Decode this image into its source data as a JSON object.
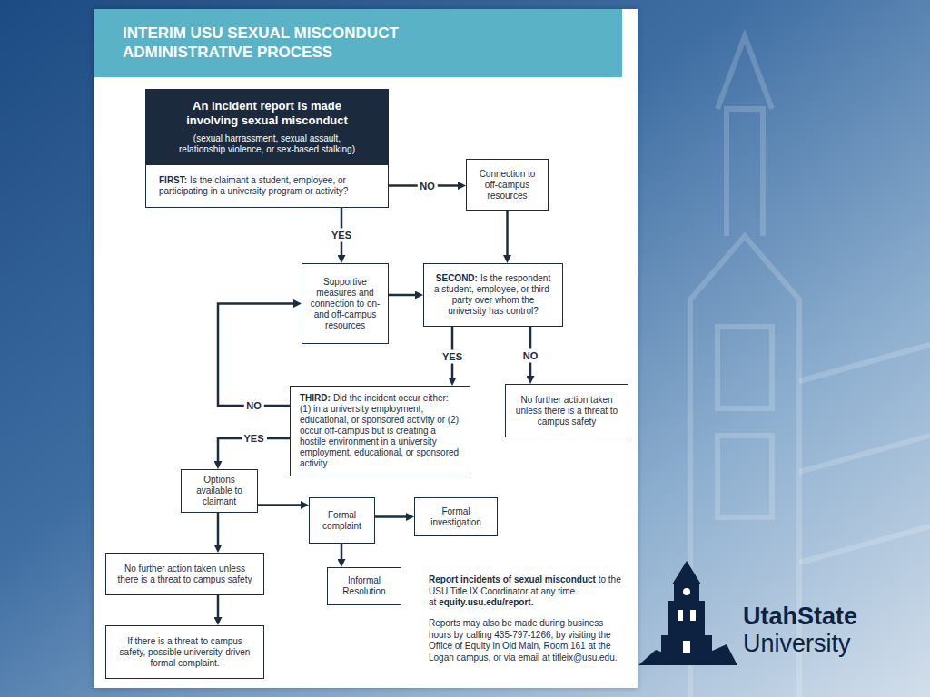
{
  "diagram": {
    "title": "INTERIM USU SEXUAL MISCONDUCT ADMINISTRATIVE PROCESS",
    "nodes": [
      {
        "text": [
          "An incident report is made involving sexual misconduct",
          "(sexual harrassment, sexual assault, relationship violence, or sex-based stalking)"
        ]
      },
      {
        "text": [
          "FIRST:",
          "Is the claimant a student, employee, or participating in a university program or activity?"
        ]
      },
      {
        "text": [
          "Connection to off-campus resources"
        ]
      },
      {
        "text": [
          "Supportive measures and connection to on- and off-campus resources"
        ]
      },
      {
        "text": [
          "SECOND:",
          "Is the respondent a student, employee, or third-party over whom the university has control?"
        ]
      },
      {
        "text": [
          "THIRD:",
          "Did the incident occur either: (1) in a university employment, educational, or sponsored activity or (2) occur off-campus but is creating a hostile environment in a university employment, educational, or sponsored activity"
        ]
      },
      {
        "text": [
          "No further action taken unless there is a threat to campus safety"
        ]
      },
      {
        "text": [
          "Options available to claimant"
        ]
      },
      {
        "text": [
          "Formal complaint"
        ]
      },
      {
        "text": [
          "Formal investigation"
        ]
      },
      {
        "text": [
          "No further action taken unless there is a threat to campus safety"
        ]
      },
      {
        "text": [
          "Informal Resolution"
        ]
      },
      {
        "text": [
          "If there is a threat to campus safety, possible university-driven formal complaint."
        ]
      }
    ],
    "edges": [
      {
        "from": 1,
        "to": 2,
        "label": "NO",
        "arrow": "to"
      },
      {
        "from": 1,
        "to": 3,
        "label": "YES",
        "arrow": "to"
      },
      {
        "from": 2,
        "to": 4,
        "arrow": "to"
      },
      {
        "from": 3,
        "to": 4,
        "arrow": "to"
      },
      {
        "from": 4,
        "to": 5,
        "label": "YES",
        "arrow": "to"
      },
      {
        "from": 4,
        "to": 6,
        "label": "NO",
        "arrow": "to"
      },
      {
        "from": 5,
        "to": 3,
        "label": "NO",
        "arrow": "to"
      },
      {
        "from": 5,
        "to": 7,
        "label": "YES",
        "arrow": "to"
      },
      {
        "from": 7,
        "to": 8,
        "arrow": "to"
      },
      {
        "from": 7,
        "to": 10,
        "arrow": "to"
      },
      {
        "from": 8,
        "to": 9,
        "arrow": "to"
      },
      {
        "from": 8,
        "to": 11,
        "arrow": "to"
      },
      {
        "from": 10,
        "to": 12,
        "arrow": "to"
      }
    ],
    "labels": [
      "Report incidents of sexual misconduct",
      "to the USU Title IX Coordinator at any time at",
      "equity.usu.edu/report.",
      "Reports may also be made during business hours by calling 435-797-1266, by visiting the Office of Equity in Old Main, Room 161 at the Logan campus, or via email at titleix@usu.edu.",
      "UtahState",
      "University"
    ]
  }
}
